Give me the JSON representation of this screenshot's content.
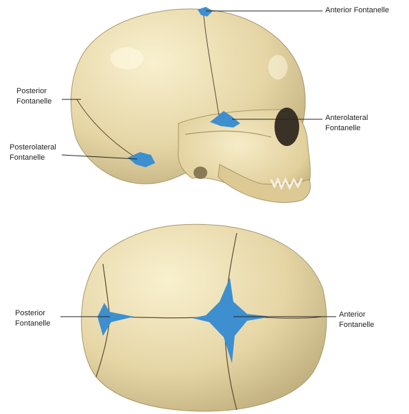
{
  "colors": {
    "bone": "#e8d8a8",
    "bone_light": "#f6ecc8",
    "bone_shadow": "#b8a878",
    "fontanelle": "#3d8fd0",
    "suture": "#5a4a30",
    "leader": "#222222"
  },
  "labels": {
    "lateral_anterior": "Anterior Fontanelle",
    "lateral_posterior": "Posterior\nFontanelle",
    "lateral_anterolateral": "Anterolateral\nFontanelle",
    "lateral_posterolateral": "Posterolateral\nFontanelle",
    "superior_posterior": "Posterior\nFontanelle",
    "superior_anterior": "Anterior\nFontanelle"
  }
}
